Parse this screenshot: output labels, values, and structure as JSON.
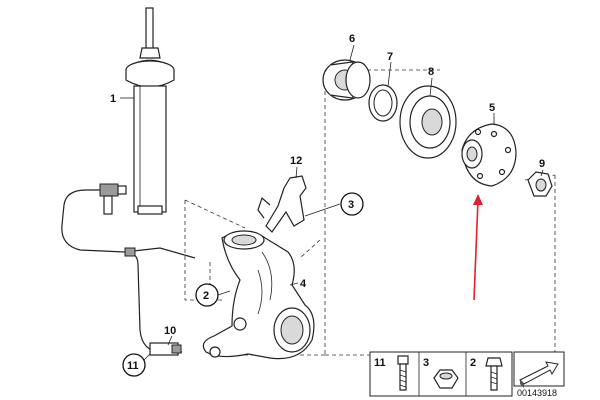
{
  "diagram": {
    "callouts": {
      "c1": "1",
      "c2": "2",
      "c3": "3",
      "c4": "4",
      "c5": "5",
      "c6": "6",
      "c7": "7",
      "c8": "8",
      "c9": "9",
      "c10": "10",
      "c11": "11",
      "c12": "12"
    },
    "legend": {
      "l11": "11",
      "l3": "3",
      "l2": "2"
    },
    "reference_number": "00143918",
    "colors": {
      "arrow": "#e0202a",
      "line": "#222222"
    }
  }
}
